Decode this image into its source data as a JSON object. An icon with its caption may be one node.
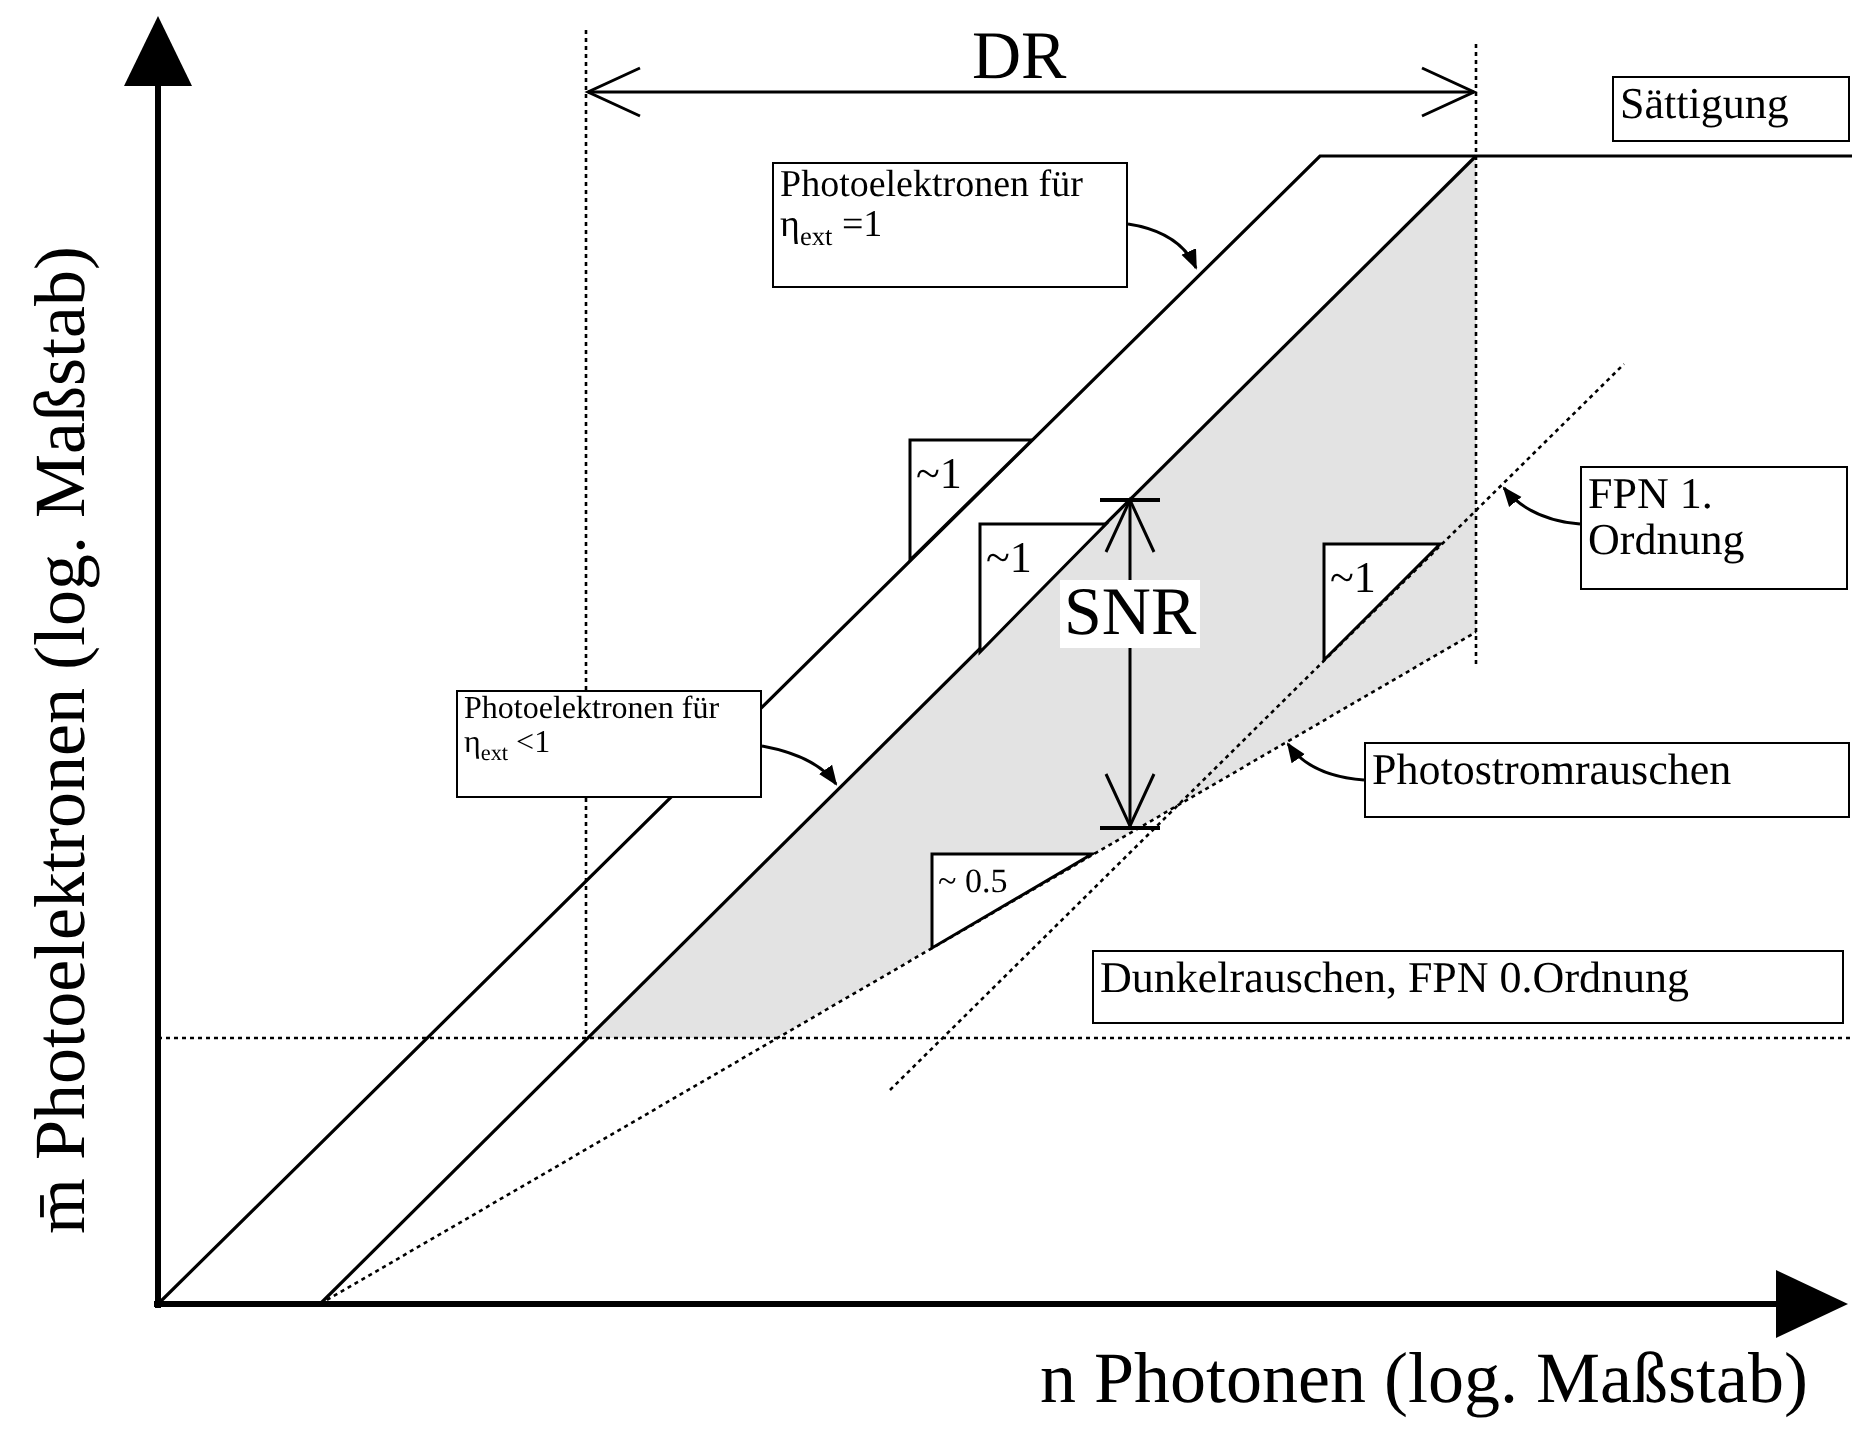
{
  "diagram": {
    "nodes": [
      {
        "text": [
          "Photoelektronen für η$_{ext}$ =1"
        ]
      },
      {
        "text": [
          "Photoelektronen für η$_{ext}$ <1"
        ]
      },
      {
        "text": [
          "Sättigung"
        ]
      },
      {
        "text": [
          "FPN 1. Ordnung"
        ]
      },
      {
        "text": [
          "Photostromrauschen"
        ]
      },
      {
        "text": [
          "Dunkelrauschen, FPN 0.Ordnung"
        ]
      },
      {
        "text": [
          "~1"
        ]
      },
      {
        "text": [
          "~1"
        ]
      },
      {
        "text": [
          "~1"
        ]
      },
      {
        "text": [
          "~ 0.5"
        ]
      }
    ],
    "edges": [
      {
        "from": 0,
        "to": null,
        "arrow": "to"
      },
      {
        "from": 1,
        "to": null,
        "arrow": "to"
      },
      {
        "from": 3,
        "to": null,
        "arrow": "to"
      },
      {
        "from": 4,
        "to": null,
        "arrow": "to"
      }
    ],
    "labels": [
      "DR",
      "SNR",
      "m̄ Photoelektronen (log. Maßstab)",
      "n Photonen (log. Maßstab)"
    ]
  }
}
